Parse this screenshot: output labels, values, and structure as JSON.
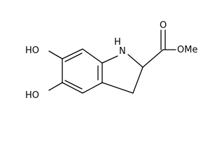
{
  "molecule": {
    "atoms": {
      "oh_top": "HO",
      "oh_bottom": "HO",
      "nh": "H",
      "n": "N",
      "carbonyl_o": "O",
      "ester_ome": "OMe"
    },
    "colors": {
      "ink": "#000000",
      "background": "#ffffff"
    }
  }
}
